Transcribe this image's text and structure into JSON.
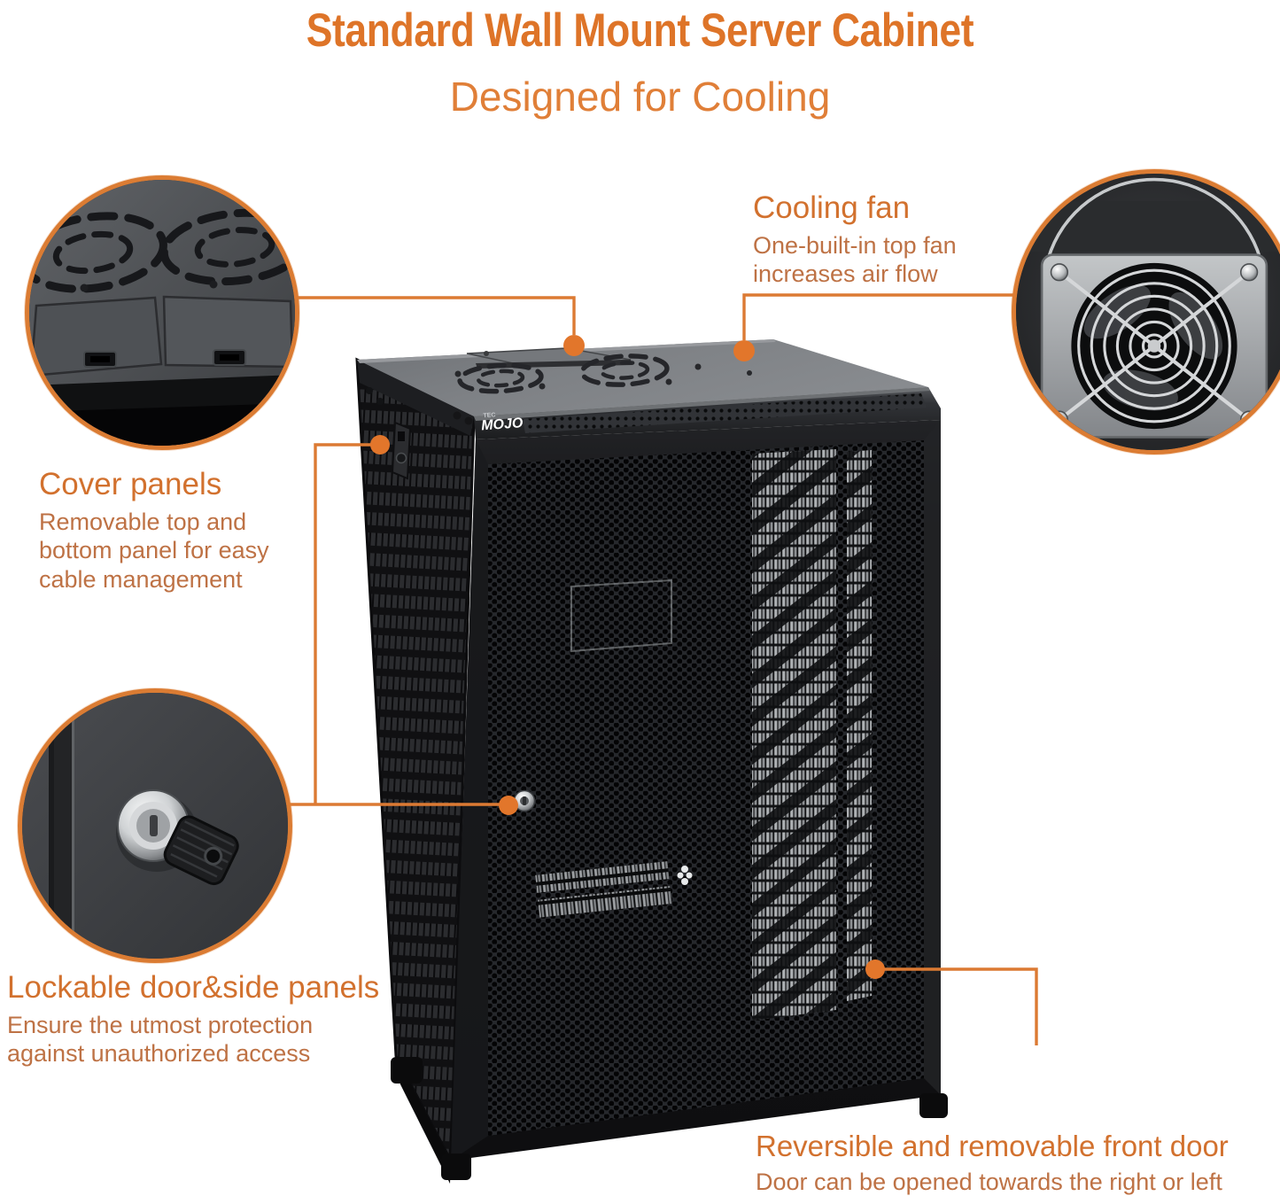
{
  "header": {
    "title": "Standard Wall Mount Server Cabinet",
    "subtitle": "Designed for Cooling"
  },
  "brand": {
    "line1": "TEC",
    "line2": "MOJO"
  },
  "callouts": [
    {
      "id": "cooling-fan",
      "heading": "Cooling fan",
      "body": "One-built-in top fan increases air flow"
    },
    {
      "id": "cover-panels",
      "heading": "Cover panels",
      "body": "Removable top and bottom panel for easy cable management"
    },
    {
      "id": "lockable-door-side-panels",
      "heading": "Lockable door&side panels",
      "body": "Ensure the utmost protection against unauthorized access"
    },
    {
      "id": "reversible-front-door",
      "heading": "Reversible and removable front door",
      "body": "Door can be opened towards the right or left"
    }
  ],
  "detail_circles": [
    {
      "id": "top-cover-panels-closeup",
      "shows": "cabinet top with two fan cutouts and removable cover panels"
    },
    {
      "id": "cooling-fan-closeup",
      "shows": "built-in top cooling fan with wire guard"
    },
    {
      "id": "door-lock-closeup",
      "shows": "lock with key on door panel"
    }
  ],
  "colors": {
    "background": "#FFFFFF",
    "title_orange": "#DE7428",
    "subtitle_orange": "#E07F38",
    "heading_orange": "#D2712E",
    "body_orange": "#BE7245",
    "callout_line": "#DC7A33",
    "callout_dot": "#E2762B",
    "circle_ring": "#DB7C33",
    "cabinet_top_gray": "#7B7E82",
    "cabinet_front_black": "#17181A"
  }
}
